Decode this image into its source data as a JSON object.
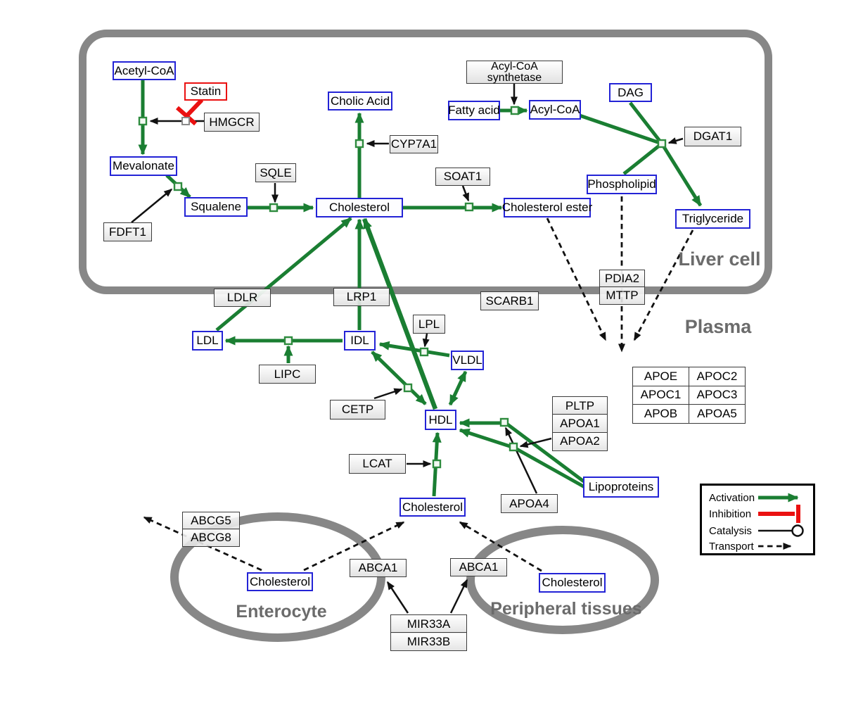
{
  "compartments": {
    "liver": "Liver cell",
    "plasma": "Plasma",
    "enterocyte": "Enterocyte",
    "peripheral": "Peripheral tissues"
  },
  "metabolites": {
    "acetyl_coa": "Acetyl-CoA",
    "mevalonate": "Mevalonate",
    "squalene": "Squalene",
    "cholesterol": "Cholesterol",
    "cholic_acid": "Cholic Acid",
    "fatty_acid": "Fatty acid",
    "acyl_coa": "Acyl-CoA",
    "dag": "DAG",
    "phospholipid": "Phospholipid",
    "triglyceride": "Triglyceride",
    "cholesterol_ester": "Cholesterol ester",
    "ldl": "LDL",
    "idl": "IDL",
    "vldl": "VLDL",
    "hdl": "HDL",
    "lipoproteins": "Lipoproteins"
  },
  "drug": {
    "statin": "Statin"
  },
  "enzymes": {
    "hmgcr": "HMGCR",
    "fdft1": "FDFT1",
    "sqle": "SQLE",
    "cyp7a1": "CYP7A1",
    "soat1": "SOAT1",
    "acyl_coa_synthetase": "Acyl-CoA synthetase",
    "dgat1": "DGAT1",
    "pdia2": "PDIA2",
    "mttp": "MTTP",
    "scarb1": "SCARB1",
    "ldlr": "LDLR",
    "lrp1": "LRP1",
    "lpl": "LPL",
    "lipc": "LIPC",
    "cetp": "CETP",
    "lcat": "LCAT",
    "pltp": "PLTP",
    "apoa1": "APOA1",
    "apoa2": "APOA2",
    "apoa4": "APOA4",
    "abcg5": "ABCG5",
    "abcg8": "ABCG8",
    "abca1": "ABCA1",
    "mir33a": "MIR33A",
    "mir33b": "MIR33B"
  },
  "apo_table": [
    [
      "APOE",
      "APOC2"
    ],
    [
      "APOC1",
      "APOC3"
    ],
    [
      "APOB",
      "APOA5"
    ]
  ],
  "legend": {
    "activation": "Activation",
    "inhibition": "Inhibition",
    "catalysis": "Catalysis",
    "transport": "Transport"
  },
  "colors": {
    "activation": "#1a7e32",
    "inhibition": "#ea1111",
    "catalysis": "#111111",
    "metabolite_border": "#2323d6",
    "compartment": "#878787"
  }
}
